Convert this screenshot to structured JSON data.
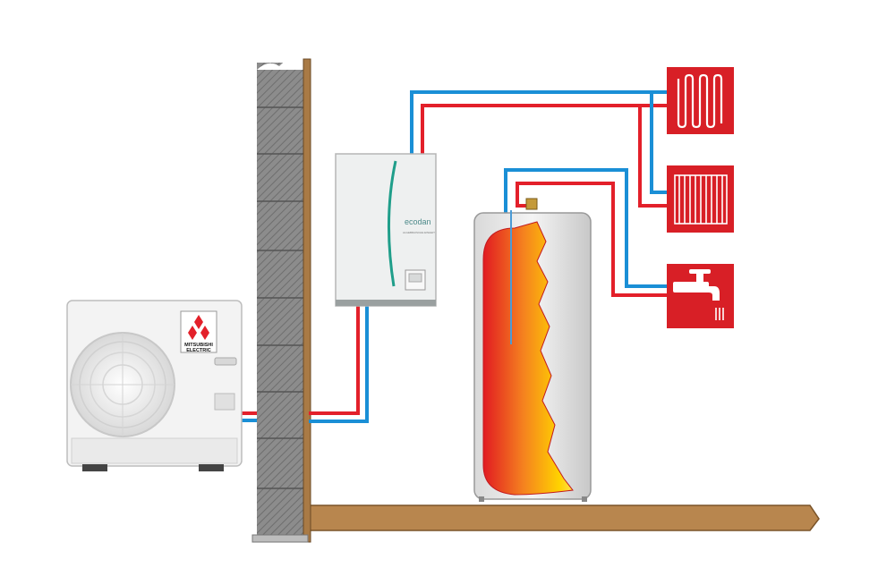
{
  "outdoor_unit": {
    "brand_line1": "MITSUBISHI",
    "brand_line2": "ELECTRIC"
  },
  "indoor_unit": {
    "logo": "ecodan",
    "subtitle": "ALGEBRAISCHE EINHEIT"
  },
  "colors": {
    "flow_hot": "#e3202a",
    "flow_cold": "#1a8fd6",
    "wall": "#8a8a8a",
    "floor": "#b8864e",
    "outlet_panel": "#d81f26"
  },
  "outlets": [
    {
      "name": "underfloor-heating",
      "icon": "underfloor-coil-icon"
    },
    {
      "name": "radiator",
      "icon": "radiator-icon"
    },
    {
      "name": "hot-water-tap",
      "icon": "tap-icon"
    }
  ]
}
